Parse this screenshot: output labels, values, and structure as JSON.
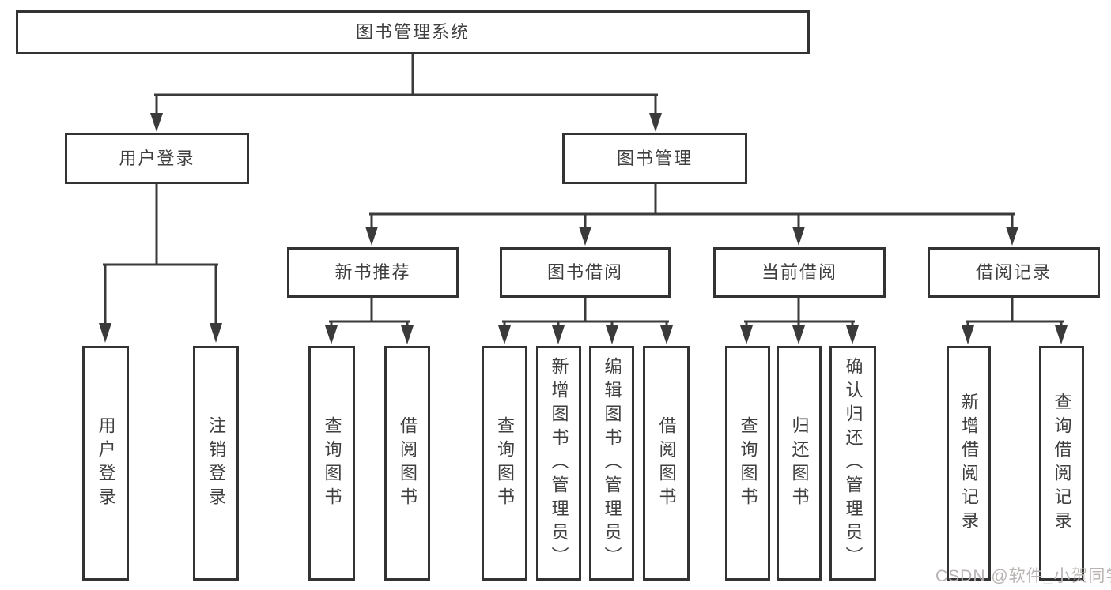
{
  "diagram": {
    "root": {
      "label": "图书管理系统"
    },
    "branches": {
      "user_login": {
        "label": "用户登录",
        "children": {
          "login": "用户登录",
          "logout": "注销登录"
        }
      },
      "book_management": {
        "label": "图书管理",
        "sections": {
          "new_book_recommend": {
            "label": "新书推荐",
            "children": {
              "query_books": "查询图书",
              "borrow_books": "借阅图书"
            }
          },
          "book_borrowing": {
            "label": "图书借阅",
            "children": {
              "query_books": "查询图书",
              "add_books": "新增图书（管理员）",
              "edit_books": "编辑图书（管理员）",
              "borrow_books": "借阅图书"
            }
          },
          "current_borrowing": {
            "label": "当前借阅",
            "children": {
              "query_books": "查询图书",
              "return_books": "归还图书",
              "confirm_return": "确认归还（管理员）"
            }
          },
          "borrowing_records": {
            "label": "借阅记录",
            "children": {
              "add_record": "新增借阅记录",
              "query_record": "查询借阅记录"
            }
          }
        }
      }
    },
    "watermark": "CSDN @软件_小贺同学",
    "colors": {
      "line": "#3a3a3a",
      "box_border": "#333333",
      "text": "#3f3f3f",
      "watermark": "#b9b3b3",
      "background": "#ffffff"
    }
  }
}
